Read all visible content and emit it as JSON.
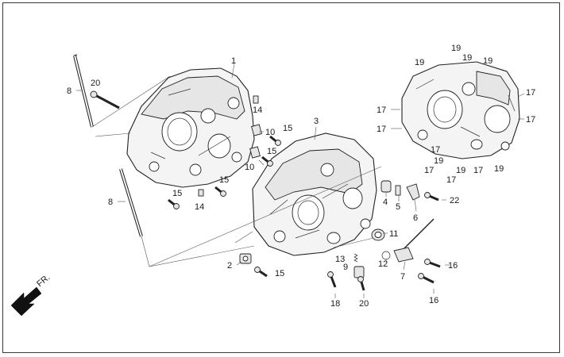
{
  "diagram": {
    "direction_label": "FR.",
    "callouts": [
      {
        "id": "c1",
        "text": "1"
      },
      {
        "id": "c2",
        "text": "2"
      },
      {
        "id": "c3",
        "text": "3"
      },
      {
        "id": "c4",
        "text": "4"
      },
      {
        "id": "c5",
        "text": "5"
      },
      {
        "id": "c6",
        "text": "6"
      },
      {
        "id": "c7",
        "text": "7"
      },
      {
        "id": "c8a",
        "text": "8"
      },
      {
        "id": "c8b",
        "text": "8"
      },
      {
        "id": "c9",
        "text": "9"
      },
      {
        "id": "c10a",
        "text": "10"
      },
      {
        "id": "c10b",
        "text": "10"
      },
      {
        "id": "c11",
        "text": "11"
      },
      {
        "id": "c12",
        "text": "12"
      },
      {
        "id": "c13",
        "text": "13"
      },
      {
        "id": "c14a",
        "text": "14"
      },
      {
        "id": "c14b",
        "text": "14"
      },
      {
        "id": "c15a",
        "text": "15"
      },
      {
        "id": "c15b",
        "text": "15"
      },
      {
        "id": "c15c",
        "text": "15"
      },
      {
        "id": "c15d",
        "text": "15"
      },
      {
        "id": "c15e",
        "text": "15"
      },
      {
        "id": "c16a",
        "text": "16"
      },
      {
        "id": "c16b",
        "text": "16"
      },
      {
        "id": "c17a",
        "text": "17"
      },
      {
        "id": "c17b",
        "text": "17"
      },
      {
        "id": "c17c",
        "text": "17"
      },
      {
        "id": "c17d",
        "text": "17"
      },
      {
        "id": "c17e",
        "text": "17"
      },
      {
        "id": "c17f",
        "text": "17"
      },
      {
        "id": "c17g",
        "text": "17"
      },
      {
        "id": "c17h",
        "text": "17"
      },
      {
        "id": "c18",
        "text": "18"
      },
      {
        "id": "c19a",
        "text": "19"
      },
      {
        "id": "c19b",
        "text": "19"
      },
      {
        "id": "c19c",
        "text": "19"
      },
      {
        "id": "c19d",
        "text": "19"
      },
      {
        "id": "c19e",
        "text": "19"
      },
      {
        "id": "c19f",
        "text": "19"
      },
      {
        "id": "c19g",
        "text": "19"
      },
      {
        "id": "c20a",
        "text": "20"
      },
      {
        "id": "c20b",
        "text": "20"
      },
      {
        "id": "c22",
        "text": "22"
      }
    ]
  }
}
